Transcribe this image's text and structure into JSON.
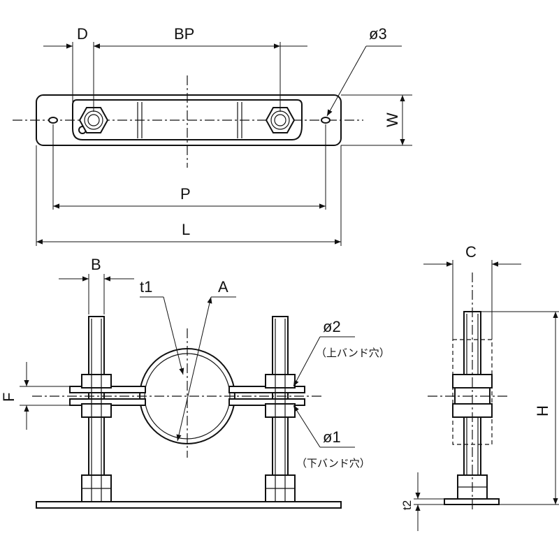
{
  "drawing": {
    "labels": {
      "D": "D",
      "BP": "BP",
      "phi3": "ø3",
      "W": "W",
      "P": "P",
      "L": "L",
      "B": "B",
      "t1": "t1",
      "A": "A",
      "phi2": "ø2",
      "upper_band_hole": "（上バンド穴）",
      "F": "F",
      "phi1": "ø1",
      "lower_band_hole": "（下バンド穴）",
      "C": "C",
      "H": "H",
      "t2": "t2"
    }
  }
}
